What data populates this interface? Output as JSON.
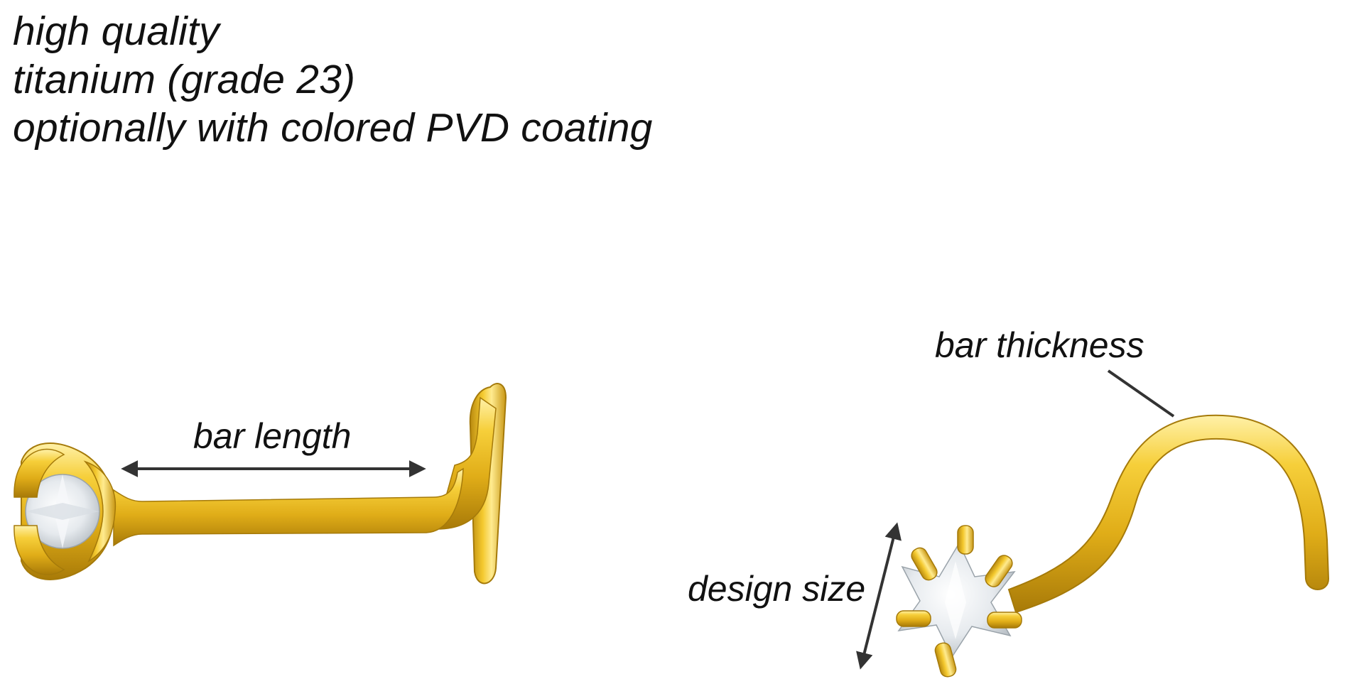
{
  "heading": {
    "line1": "high quality",
    "line2": "titanium (grade 23)",
    "line3": "optionally with colored PVD coating"
  },
  "labels": {
    "bar_length": "bar length",
    "bar_thickness": "bar thickness",
    "design_size": "design size"
  },
  "colors": {
    "gold_light": "#ffe88a",
    "gold_mid": "#f2c52a",
    "gold_dark": "#b98a10",
    "arrow": "#333333",
    "stone": "#e9edf0"
  }
}
